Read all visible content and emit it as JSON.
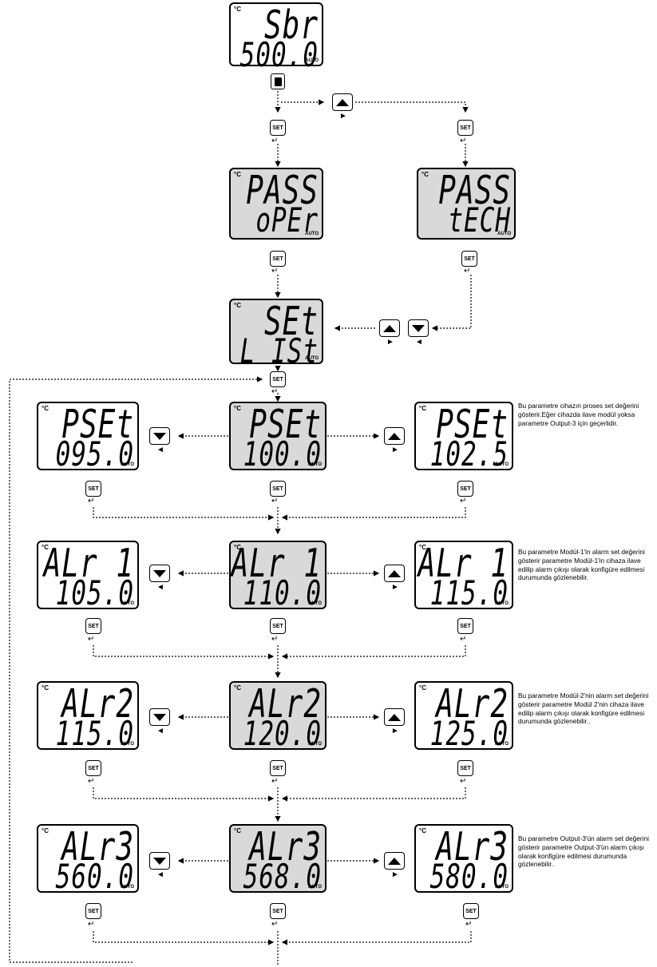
{
  "displays": {
    "start": {
      "unit": "°C",
      "line1": "Sbr",
      "line2": "500.0",
      "mode": "AUTO"
    },
    "pass_oper": {
      "unit": "°C",
      "line1": "PASS",
      "line2": "oPEr",
      "mode": "AUTO"
    },
    "pass_tech": {
      "unit": "°C",
      "line1": "PASS",
      "line2": "tECH",
      "mode": "AUTO"
    },
    "set_list": {
      "unit": "°C",
      "line1": "SEt",
      "line2": "L ISt",
      "mode": "AUTO"
    },
    "pset_dec": {
      "unit": "°C",
      "line1": "PSEt",
      "line2": "095.0",
      "mode": "AUTO"
    },
    "pset_cur": {
      "unit": "°C",
      "line1": "PSEt",
      "line2": "100.0",
      "mode": "AUTO"
    },
    "pset_inc": {
      "unit": "°C",
      "line1": "PSEt",
      "line2": "102.5",
      "mode": "AUTO"
    },
    "alr1_dec": {
      "unit": "°C",
      "line1": "ALr 1",
      "line2": "105.0",
      "mode": "AUTO"
    },
    "alr1_cur": {
      "unit": "°C",
      "line1": "ALr 1",
      "line2": "110.0",
      "mode": "AUTO"
    },
    "alr1_inc": {
      "unit": "°C",
      "line1": "ALr 1",
      "line2": "115.0",
      "mode": "AUTO"
    },
    "alr2_dec": {
      "unit": "°C",
      "line1": "ALr2",
      "line2": "115.0",
      "mode": "AUTO"
    },
    "alr2_cur": {
      "unit": "°C",
      "line1": "ALr2",
      "line2": "120.0",
      "mode": "AUTO"
    },
    "alr2_inc": {
      "unit": "°C",
      "line1": "ALr2",
      "line2": "125.0",
      "mode": "AUTO"
    },
    "alr3_dec": {
      "unit": "°C",
      "line1": "ALr3",
      "line2": "560.0",
      "mode": "AUTO"
    },
    "alr3_cur": {
      "unit": "°C",
      "line1": "ALr3",
      "line2": "568.0",
      "mode": "AUTO"
    },
    "alr3_inc": {
      "unit": "°C",
      "line1": "ALr3",
      "line2": "580.0",
      "mode": "AUTO"
    }
  },
  "keys": {
    "set_label": "SET",
    "enter_glyph": "↵",
    "right_glyph": "►",
    "left_glyph": "◄"
  },
  "icons": {
    "up": "up-arrow-key",
    "down": "down-arrow-key",
    "menu": "document-key"
  },
  "descriptions": {
    "pset": "Bu parametre cihazın proses set değerini gösterir.Eğer cihazda ilave modül yoksa parametre Output-3 için geçerlidir.",
    "alr1": "Bu parametre Modül-1'in alarm set değerini gösterir parametre Modül-1'in cihaza ilave edilip alarm çıkışı olarak konfigüre edilmesi durumunda gözlenebilir.",
    "alr2": "Bu parametre Modül-2'nin alarm set değerini gösterir parametre Modül 2'nin cihaza ilave edilip alarm çıkışı olarak konfigüre edilmesi durumunda gözlenebilir..",
    "alr3": "Bu parametre Output-3'ün alarm set değerini gösterir parametre Output-3'ün alarm çıkışı olarak konfigüre edilmesi durumunda gözlenebilir.."
  },
  "colors": {
    "line": "#000000",
    "shaded_display": "#d9d9d9"
  }
}
